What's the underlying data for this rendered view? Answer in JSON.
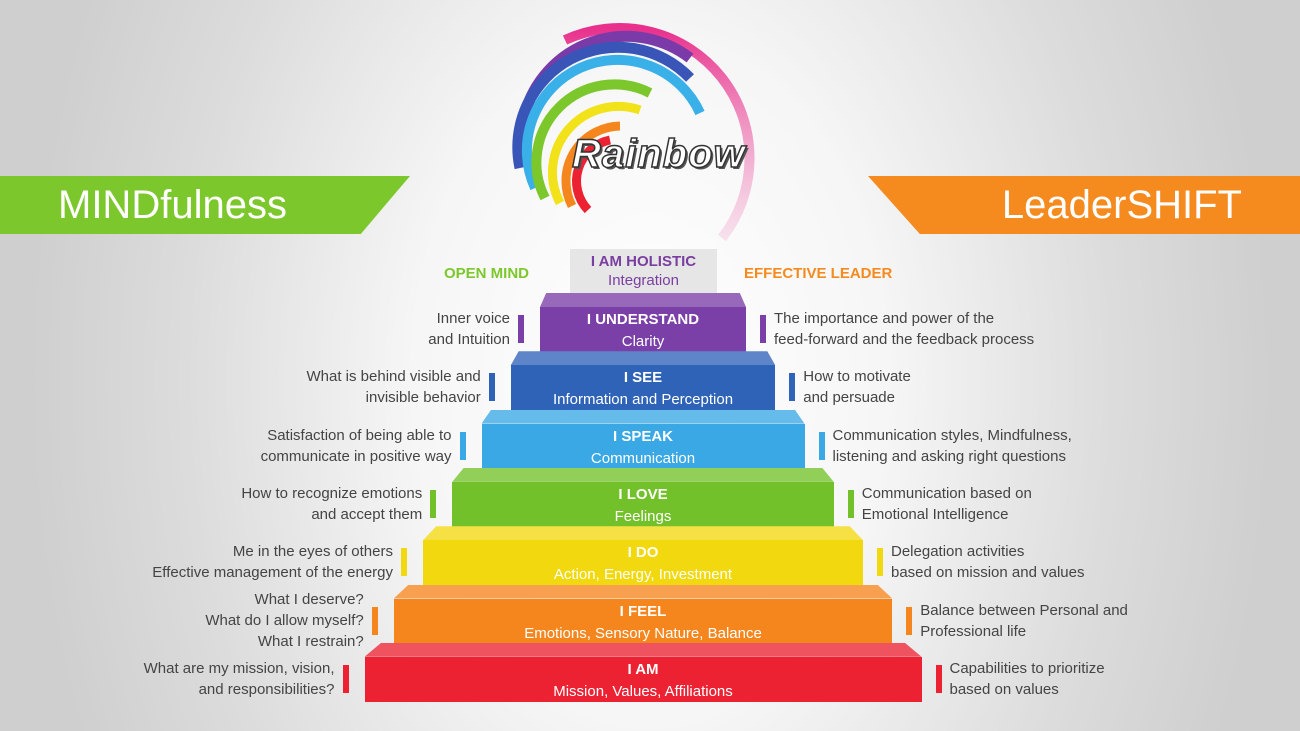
{
  "logo_text": "Rainbow",
  "banner_left": "MINDfulness",
  "banner_right": "LeaderSHIFT",
  "open_mind_label": "OPEN MIND",
  "effective_leader_label": "EFFECTIVE LEADER",
  "colors": {
    "green": "#7cc82c",
    "orange": "#f58a1f",
    "open_mind_text": "#7cc82c",
    "effective_leader_text": "#f58a1f"
  },
  "top_step": {
    "title": "I AM HOLISTIC",
    "subtitle": "Integration",
    "color": "#7a3ea0"
  },
  "steps": [
    {
      "title": "I UNDERSTAND",
      "subtitle": "Clarity",
      "color": "#7b3fa8",
      "left": [
        "Inner voice",
        "and Intuition"
      ],
      "right": [
        "The importance and power of the",
        "feed-forward and the feedback process"
      ]
    },
    {
      "title": "I SEE",
      "subtitle": "Information and Perception",
      "color": "#2f63b8",
      "left": [
        "What is behind visible and",
        "invisible behavior"
      ],
      "right": [
        "How to motivate",
        "and persuade"
      ]
    },
    {
      "title": "I SPEAK",
      "subtitle": "Communication",
      "color": "#3aa8e4",
      "left": [
        "Satisfaction of being able to",
        "communicate in positive way"
      ],
      "right": [
        "Communication styles, Mindfulness,",
        "listening and asking right questions"
      ]
    },
    {
      "title": "I LOVE",
      "subtitle": "Feelings",
      "color": "#73c12a",
      "left": [
        "How to recognize emotions",
        "and accept them"
      ],
      "right": [
        "Communication based on",
        "Emotional Intelligence"
      ]
    },
    {
      "title": "I DO",
      "subtitle": "Action, Energy, Investment",
      "color": "#f2d80f",
      "left": [
        "Me in the eyes of others",
        "Effective management of the energy"
      ],
      "right": [
        "Delegation activities",
        "based on mission and values"
      ]
    },
    {
      "title": "I FEEL",
      "subtitle": "Emotions, Sensory Nature, Balance",
      "color": "#f5861e",
      "left": [
        "What I deserve?",
        "What do I allow myself?",
        "What I restrain?"
      ],
      "right": [
        "Balance between Personal and",
        "Professional life"
      ]
    },
    {
      "title": "I AM",
      "subtitle": "Mission, Values, Affiliations",
      "color": "#ec2233",
      "left": [
        "What are my mission, vision,",
        "and responsibilities?"
      ],
      "right": [
        "Capabilities to prioritize",
        "based on values"
      ]
    }
  ]
}
